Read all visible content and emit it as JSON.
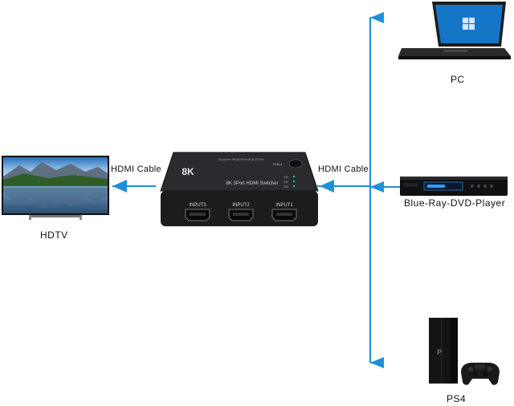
{
  "devices": {
    "tv_label": "HDTV",
    "pc_label": "PC",
    "bluray_label": "Blue-Ray-DVD-Player",
    "ps4_label": "PS4"
  },
  "cables": {
    "output_label": "HDMI Cable",
    "input_label": "HDMI Cable"
  },
  "switcher": {
    "brand_mark": "8K",
    "model_text": "8K 3Port HDMI Switcher",
    "spec_text": "Supports 8K@60Hz/4K@120Hz",
    "select_label": "Select",
    "indicators": [
      "IN1",
      "IN2",
      "IN3"
    ],
    "ports": [
      "INPUT3",
      "INPUT2",
      "INPUT1"
    ]
  },
  "colors": {
    "connector_blue": "#1e90d6",
    "switcher_body": "#1f2022"
  }
}
